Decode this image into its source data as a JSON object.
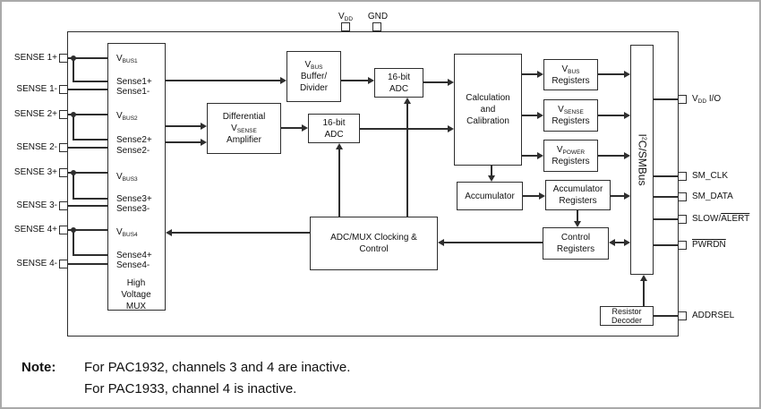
{
  "colors": {
    "line": "#2e2e2e",
    "frame": "#a9a9a9",
    "background": "#ffffff",
    "text": "#111111"
  },
  "top_pins": {
    "vdd_main": "V",
    "vdd_sub": "DD",
    "gnd": "GND"
  },
  "left_pins": {
    "s1p": "SENSE 1+",
    "s1m": "SENSE 1-",
    "s2p": "SENSE 2+",
    "s2m": "SENSE 2-",
    "s3p": "SENSE 3+",
    "s3m": "SENSE 3-",
    "s4p": "SENSE 4+",
    "s4m": "SENSE 4-"
  },
  "right_pins": {
    "vddio_main": "V",
    "vddio_sub": "DD",
    "vddio_suffix": " I/O",
    "smclk": "SM_CLK",
    "smdata": "SM_DATA",
    "slow_pre": "SLOW/",
    "slow_over": "ALERT",
    "pwrdn": "PWRDN",
    "addrsel": "ADDRSEL"
  },
  "mux": {
    "vbus1_main": "V",
    "vbus1_sub": "BUS1",
    "sense1p": "Sense1+",
    "sense1m": "Sense1-",
    "vbus2_main": "V",
    "vbus2_sub": "BUS2",
    "sense2p": "Sense2+",
    "sense2m": "Sense2-",
    "vbus3_main": "V",
    "vbus3_sub": "BUS3",
    "sense3p": "Sense3+",
    "sense3m": "Sense3-",
    "vbus4_main": "V",
    "vbus4_sub": "BUS4",
    "sense4p": "Sense4+",
    "sense4m": "Sense4-",
    "title_l1": "High",
    "title_l2": "Voltage",
    "title_l3": "MUX"
  },
  "blocks": {
    "diff_amp": {
      "l1": "Differential",
      "l2_main": "V",
      "l2_sub": "SENSE",
      "l3": "Amplifier"
    },
    "vbus_buffer": {
      "l1_main": "V",
      "l1_sub": "BUS",
      "l2": "Buffer/",
      "l3": "Divider"
    },
    "adc_top": {
      "l1": "16-bit",
      "l2": "ADC"
    },
    "adc_bottom": {
      "l1": "16-bit",
      "l2": "ADC"
    },
    "calc": {
      "l1": "Calculation",
      "l2": "and",
      "l3": "Calibration"
    },
    "reg_vbus": {
      "l1_main": "V",
      "l1_sub": "BUS",
      "l2": "Registers"
    },
    "reg_vsense": {
      "l1_main": "V",
      "l1_sub": "SENSE",
      "l2": "Registers"
    },
    "reg_vpower": {
      "l1_main": "V",
      "l1_sub": "POWER",
      "l2": "Registers"
    },
    "accumulator": {
      "l1": "Accumulator"
    },
    "reg_accum": {
      "l1": "Accumulator",
      "l2": "Registers"
    },
    "reg_control": {
      "l1": "Control",
      "l2": "Registers"
    },
    "adcmux": {
      "l1": "ADC/MUX Clocking &",
      "l2": "Control"
    },
    "i2c": {
      "pre": "I",
      "sup": "2",
      "rest": "C/SMBus"
    },
    "resistor_decoder": {
      "l1": "Resistor",
      "l2": "Decoder"
    }
  },
  "note": {
    "label": "Note:",
    "line1": "For PAC1932, channels 3 and 4 are inactive.",
    "line2": "For PAC1933, channel 4 is inactive."
  }
}
